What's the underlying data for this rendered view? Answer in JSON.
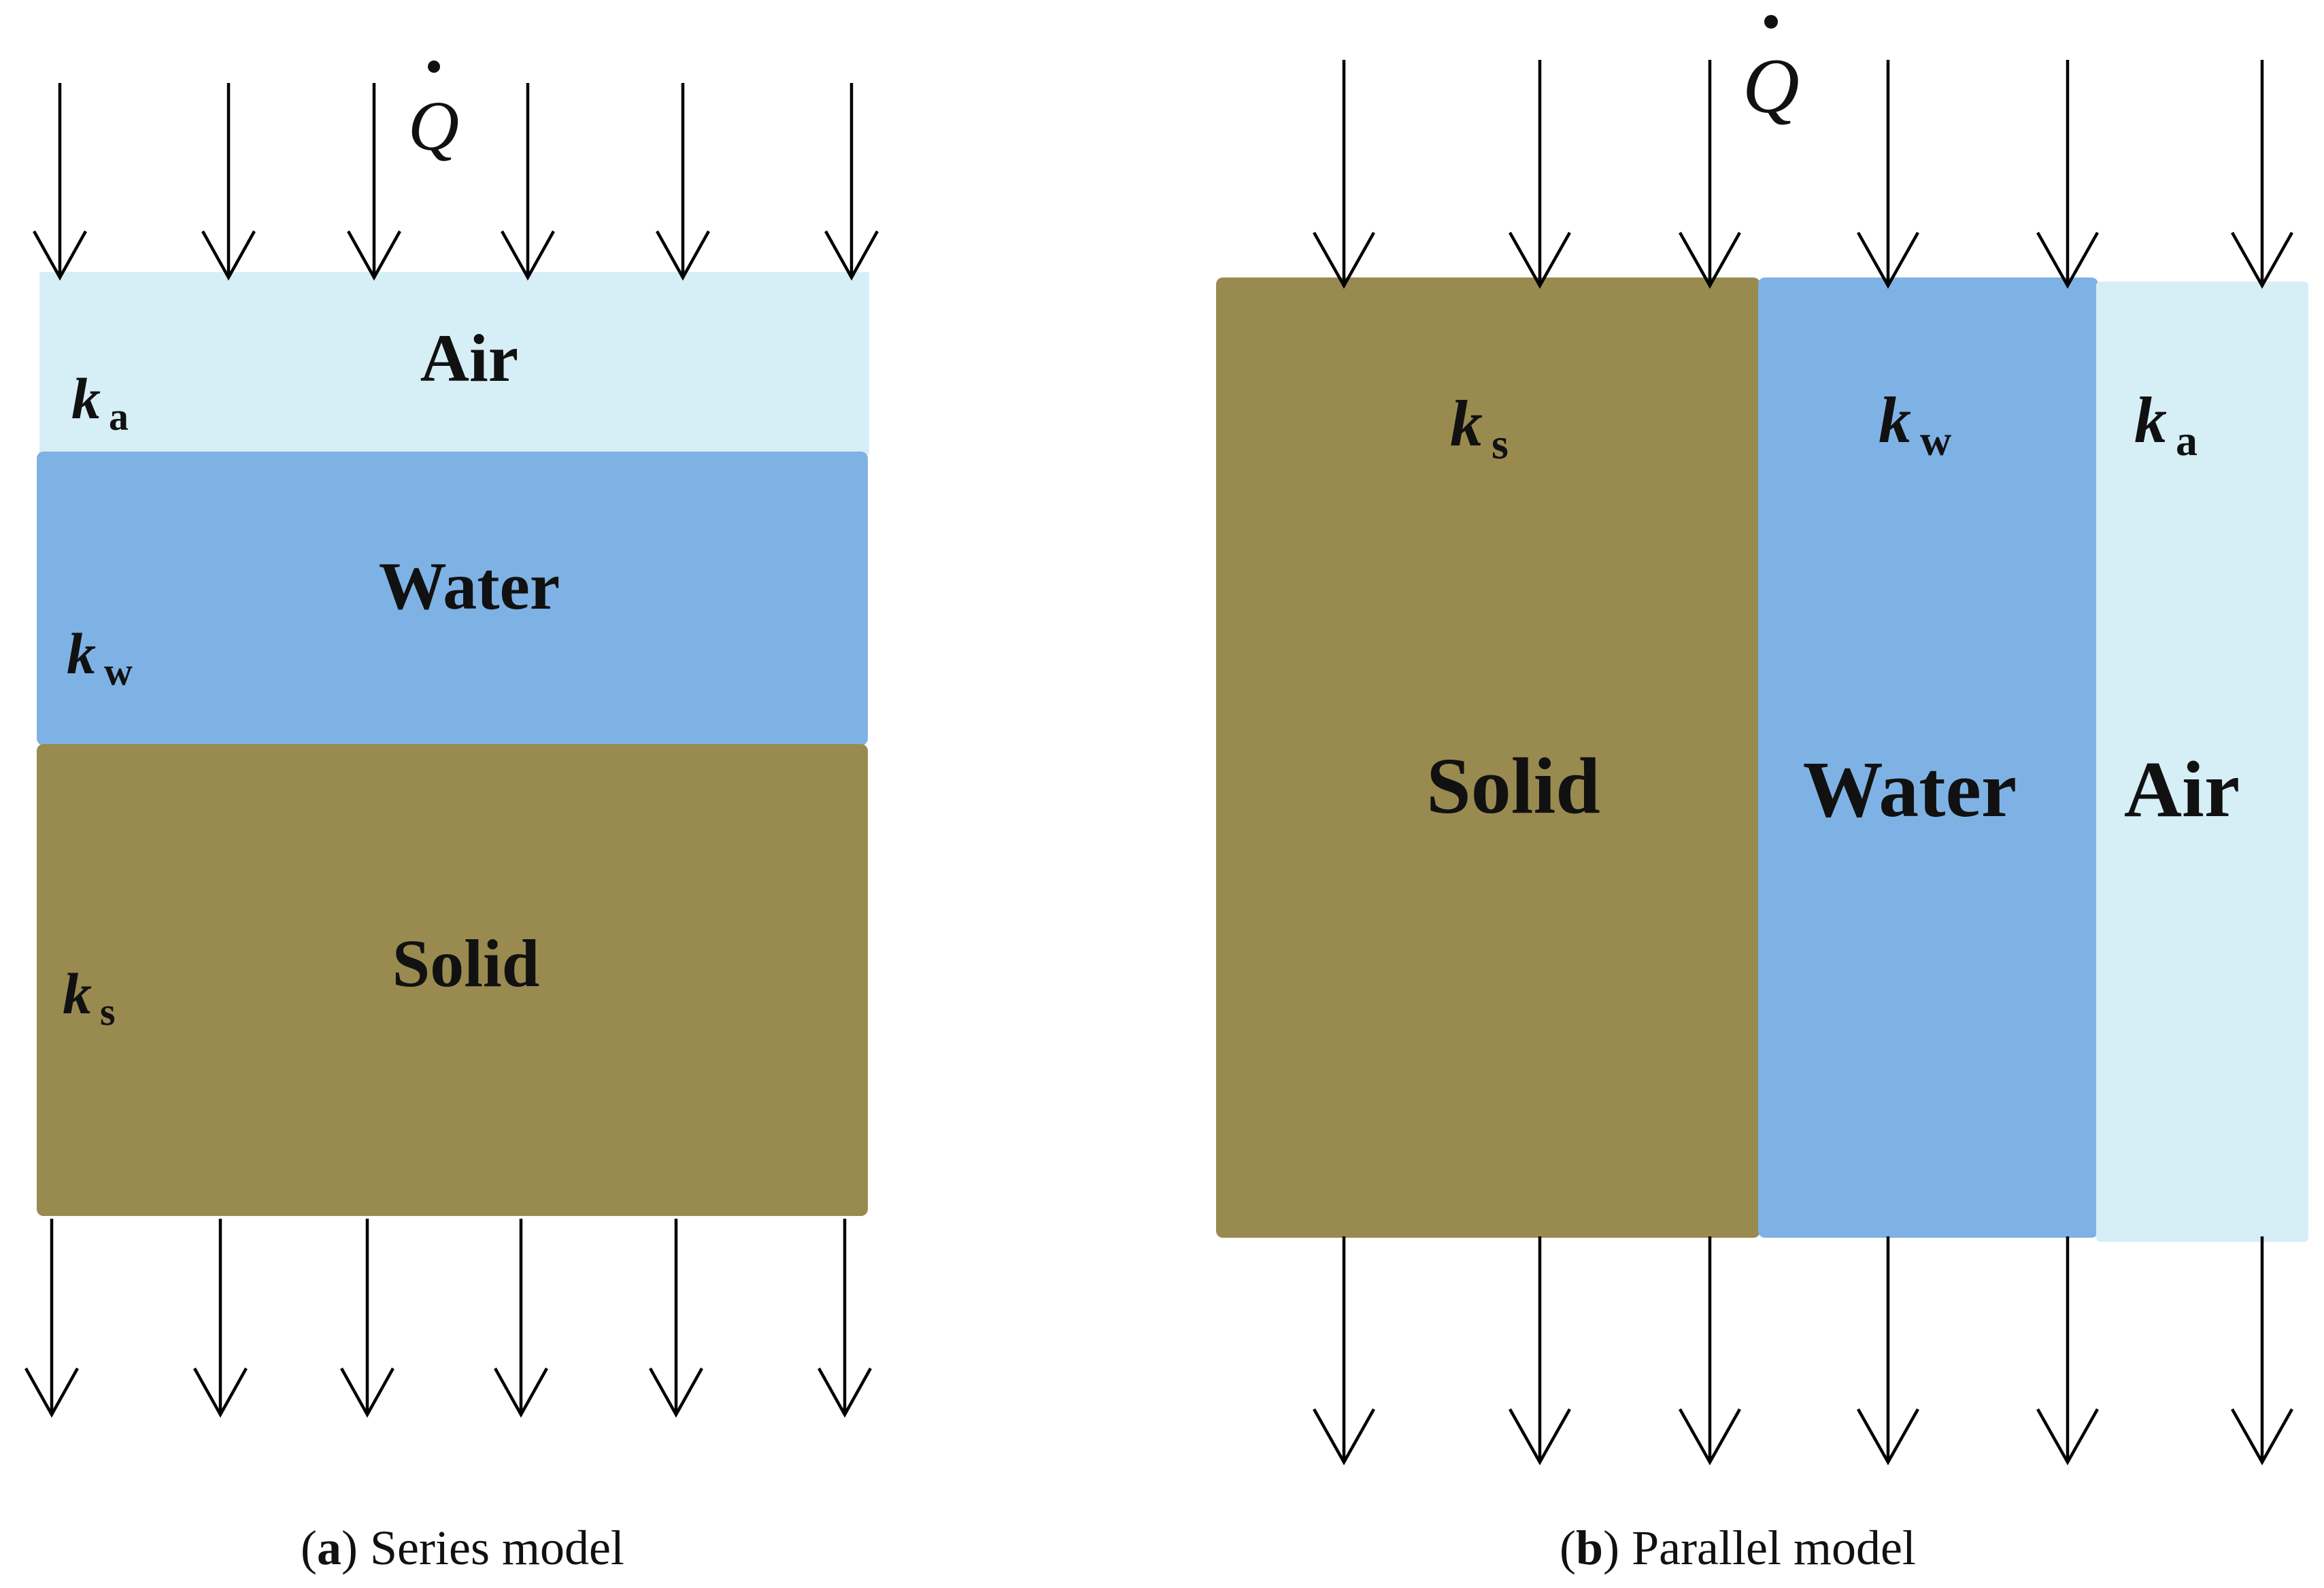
{
  "figure": {
    "colors": {
      "air": "#d6eef6",
      "water": "#7fb2e4",
      "solid": "#998a50",
      "text": "#111111",
      "arrow": "#000000"
    },
    "series": {
      "heat_symbol": "Q",
      "layers": [
        {
          "id": "air",
          "label": "Air",
          "k_symbol": "k",
          "k_sub": "a"
        },
        {
          "id": "water",
          "label": "Water",
          "k_symbol": "k",
          "k_sub": "w"
        },
        {
          "id": "solid",
          "label": "Solid",
          "k_symbol": "k",
          "k_sub": "s"
        }
      ],
      "caption": {
        "letter": "a",
        "text": " Series model",
        "open": "(",
        "close": ")"
      }
    },
    "parallel": {
      "heat_symbol": "Q",
      "columns": [
        {
          "id": "solid",
          "label": "Solid",
          "k_symbol": "k",
          "k_sub": "s"
        },
        {
          "id": "water",
          "label": "Water",
          "k_symbol": "k",
          "k_sub": "w"
        },
        {
          "id": "air",
          "label": "Air",
          "k_symbol": "k",
          "k_sub": "a"
        }
      ],
      "caption": {
        "letter": "b",
        "text": " Parallel model",
        "open": "(",
        "close": ")"
      }
    }
  }
}
